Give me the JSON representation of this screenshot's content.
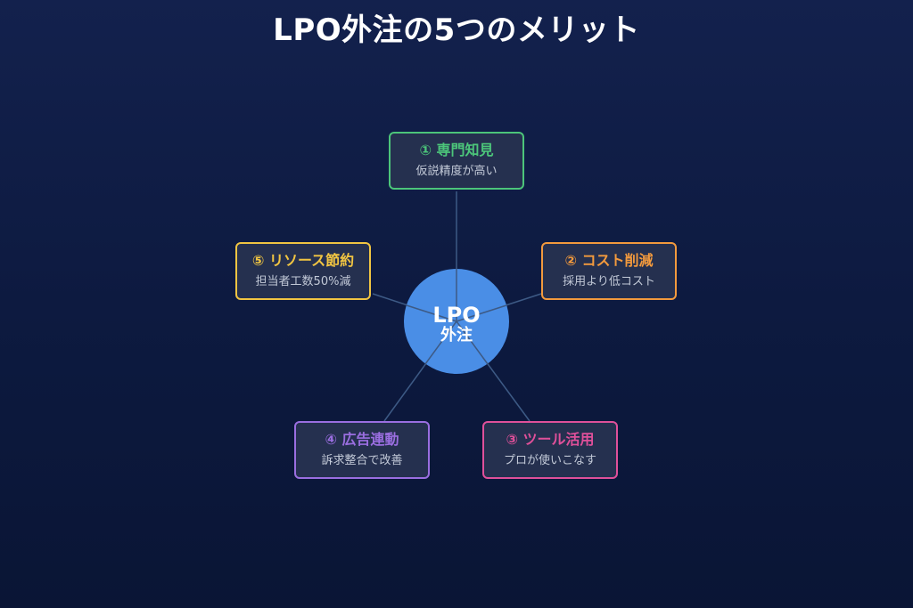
{
  "title": "LPO外注の5つのメリット",
  "center": {
    "line1": "LPO",
    "line2": "外注"
  },
  "merits": [
    {
      "title": "① 専門知見",
      "desc": "仮説精度が高い",
      "color": "#4cc57a"
    },
    {
      "title": "② コスト削減",
      "desc": "採用より低コスト",
      "color": "#f39a3d"
    },
    {
      "title": "③ ツール活用",
      "desc": "プロが使いこなす",
      "color": "#e0509a"
    },
    {
      "title": "④ 広告連動",
      "desc": "訴求整合で改善",
      "color": "#9a6ee0"
    },
    {
      "title": "⑤ リソース節約",
      "desc": "担当者工数50%減",
      "color": "#f1c542"
    }
  ],
  "colors": {
    "hub": "#4a8ee6",
    "connector": "#3d5a85"
  }
}
